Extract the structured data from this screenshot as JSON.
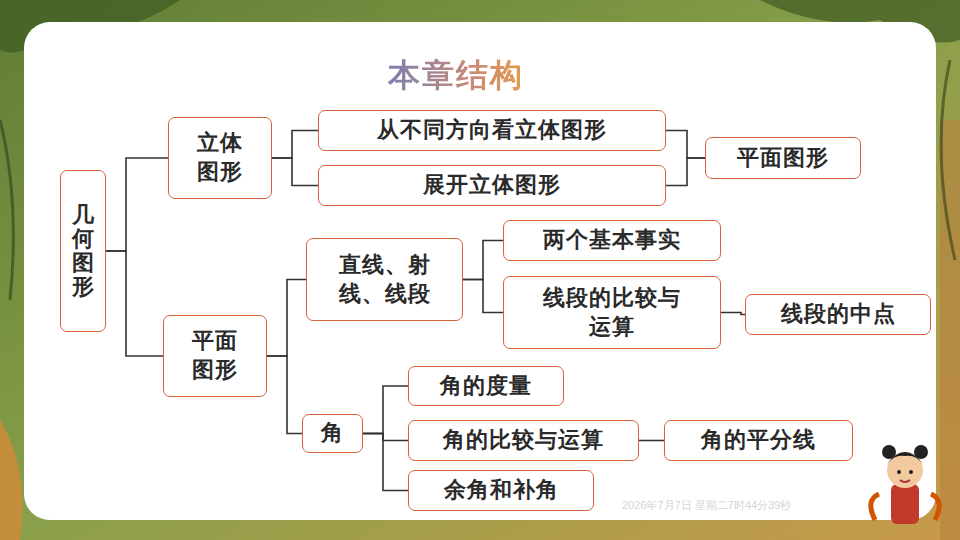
{
  "diagram": {
    "title": "本章结构",
    "nodes": [
      {
        "text": [
          "几何图形"
        ]
      },
      {
        "text": [
          "立体图形"
        ]
      },
      {
        "text": [
          "从不同方向看立体图形"
        ]
      },
      {
        "text": [
          "展开立体图形"
        ]
      },
      {
        "text": [
          "平面图形"
        ]
      },
      {
        "text": [
          "平面图形"
        ]
      },
      {
        "text": [
          "直线、射线、线段"
        ]
      },
      {
        "text": [
          "两个基本事实"
        ]
      },
      {
        "text": [
          "线段的比较与运算"
        ]
      },
      {
        "text": [
          "线段的中点"
        ]
      },
      {
        "text": [
          "角"
        ]
      },
      {
        "text": [
          "角的度量"
        ]
      },
      {
        "text": [
          "角的比较与运算"
        ]
      },
      {
        "text": [
          "角的平分线"
        ]
      },
      {
        "text": [
          "余角和补角"
        ]
      }
    ],
    "edges": [
      {
        "from": 0,
        "to": 1,
        "arrow": "none"
      },
      {
        "from": 0,
        "to": 5,
        "arrow": "none"
      },
      {
        "from": 1,
        "to": 2,
        "arrow": "none"
      },
      {
        "from": 1,
        "to": 3,
        "arrow": "none"
      },
      {
        "from": 2,
        "to": 4,
        "arrow": "none"
      },
      {
        "from": 3,
        "to": 4,
        "arrow": "none"
      },
      {
        "from": 5,
        "to": 6,
        "arrow": "none"
      },
      {
        "from": 5,
        "to": 10,
        "arrow": "none"
      },
      {
        "from": 6,
        "to": 7,
        "arrow": "none"
      },
      {
        "from": 6,
        "to": 8,
        "arrow": "none"
      },
      {
        "from": 8,
        "to": 9,
        "arrow": "none"
      },
      {
        "from": 10,
        "to": 11,
        "arrow": "none"
      },
      {
        "from": 10,
        "to": 12,
        "arrow": "none"
      },
      {
        "from": 10,
        "to": 14,
        "arrow": "none"
      },
      {
        "from": 12,
        "to": 13,
        "arrow": "none"
      }
    ],
    "labels": [
      "2026年7月7日 星期二7时44分39秒"
    ]
  }
}
